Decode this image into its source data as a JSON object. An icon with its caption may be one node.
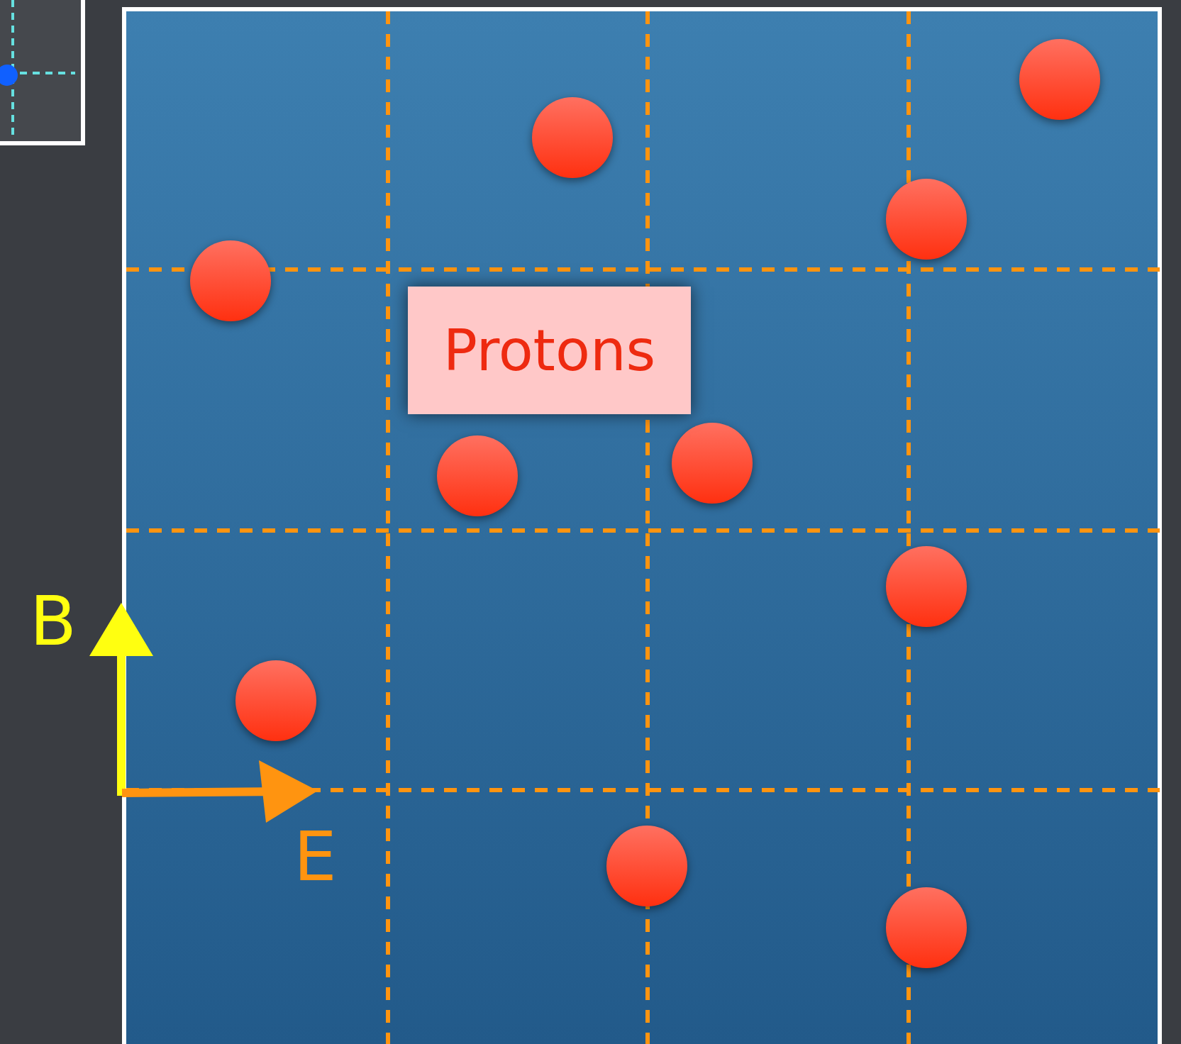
{
  "diagram": {
    "nodes": [
      {
        "text": [],
        "shape": "circle"
      },
      {
        "text": [],
        "shape": "circle"
      },
      {
        "text": [],
        "shape": "circle"
      },
      {
        "text": [],
        "shape": "circle"
      },
      {
        "text": [
          "Protons"
        ]
      },
      {
        "text": [],
        "shape": "circle"
      },
      {
        "text": [],
        "shape": "circle"
      },
      {
        "text": [],
        "shape": "circle"
      },
      {
        "text": [],
        "shape": "circle"
      },
      {
        "text": [],
        "shape": "circle"
      },
      {
        "text": [],
        "shape": "circle"
      }
    ],
    "labels": [
      "B",
      "E"
    ]
  }
}
